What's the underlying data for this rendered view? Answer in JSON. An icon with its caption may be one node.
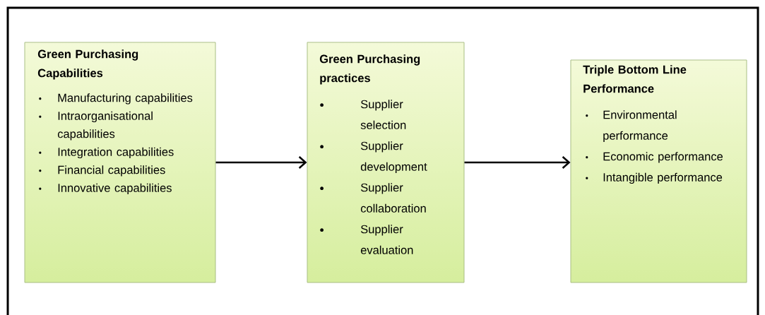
{
  "diagram": {
    "nodes": [
      {
        "text": [
          "Green Purchasing Capabilities",
          "Manufacturing capabilities",
          "Intraorganisational capabilities",
          "Integration capabilities",
          "Financial capabilities",
          "Innovative capabilities"
        ]
      },
      {
        "text": [
          "Green Purchasing practices",
          "Supplier selection",
          "Supplier development",
          "Supplier collaboration",
          "Supplier evaluation"
        ]
      },
      {
        "text": [
          "Triple Bottom Line Performance",
          "Environmental performance",
          "Economic performance",
          "Intangible performance"
        ]
      }
    ],
    "edges": [
      {
        "from": 0,
        "to": 1,
        "arrow": "to"
      },
      {
        "from": 1,
        "to": 2,
        "arrow": "to"
      }
    ]
  }
}
